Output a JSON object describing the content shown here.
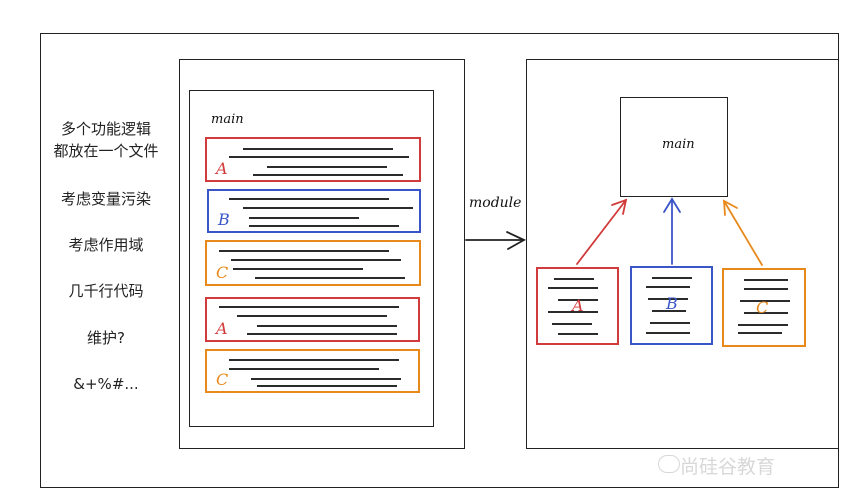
{
  "left_notes": [
    "多个功能逻辑",
    "都放在一个文件",
    "考虑变量污染",
    "考虑作用域",
    "几千行代码",
    "维护?",
    "&+%#..."
  ],
  "left_panel": {
    "main_label": "main",
    "blocks": [
      {
        "letter": "A",
        "color": "#d23b3b"
      },
      {
        "letter": "B",
        "color": "#3a55c8"
      },
      {
        "letter": "C",
        "color": "#e8891c"
      },
      {
        "letter": "A",
        "color": "#d23b3b"
      },
      {
        "letter": "C",
        "color": "#e8891c"
      }
    ]
  },
  "arrow_label": "module",
  "right_panel": {
    "main_label": "main",
    "modules": [
      {
        "letter": "A",
        "color": "#d23b3b"
      },
      {
        "letter": "B",
        "color": "#3a55c8"
      },
      {
        "letter": "C",
        "color": "#e8891c"
      }
    ]
  },
  "watermark": "尚硅谷教育"
}
